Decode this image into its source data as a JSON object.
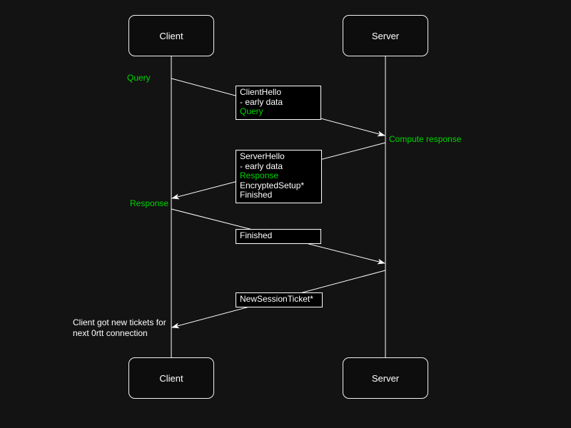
{
  "colors": {
    "background": "#131313",
    "foreground": "#ffffff",
    "accent_green": "#00d600"
  },
  "actors": {
    "client": "Client",
    "server": "Server"
  },
  "labels": {
    "query": "Query",
    "compute_response": "Compute response",
    "response": "Response",
    "note": {
      "line1": "Client got new tickets for",
      "line2": "next 0rtt connection"
    }
  },
  "messages": {
    "client_hello": {
      "lines": [
        {
          "text": "ClientHello",
          "color": "white"
        },
        {
          "text": "- early data",
          "color": "white"
        },
        {
          "text": "Query",
          "color": "green"
        }
      ]
    },
    "server_hello": {
      "lines": [
        {
          "text": "ServerHello",
          "color": "white"
        },
        {
          "text": "- early data",
          "color": "white"
        },
        {
          "text": "Response",
          "color": "green"
        },
        {
          "text": "EncryptedSetup*",
          "color": "white"
        },
        {
          "text": "Finished",
          "color": "white"
        }
      ]
    },
    "finished": {
      "lines": [
        {
          "text": "Finished",
          "color": "white"
        }
      ]
    },
    "new_session_ticket": {
      "lines": [
        {
          "text": "NewSessionTicket*",
          "color": "white"
        }
      ]
    }
  }
}
